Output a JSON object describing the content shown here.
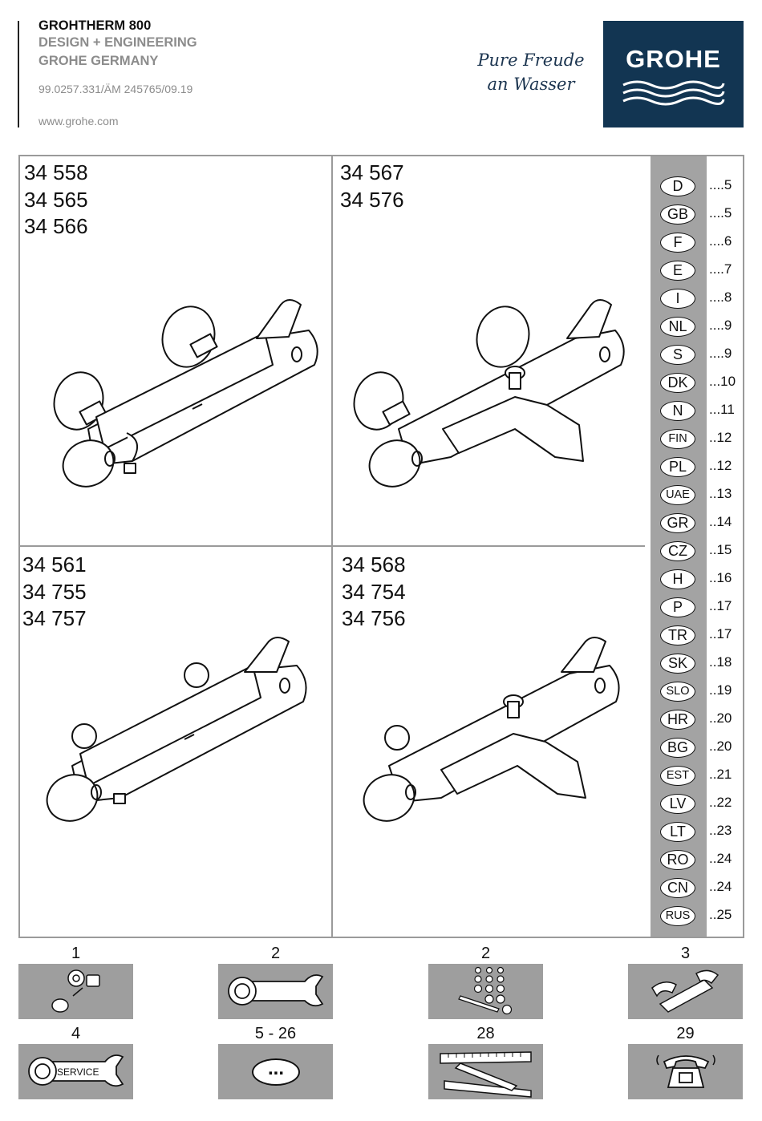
{
  "header": {
    "product": "GROHTHERM 800",
    "line2": "DESIGN + ENGINEERING",
    "line3": "GROHE GERMANY",
    "doc_code": "99.0257.331/ÄM 245765/09.19",
    "website": "www.grohe.com",
    "slogan_line1": "Pure Freude",
    "slogan_line2": "an Wasser",
    "logo_text": "GROHE",
    "logo_color": "#123552"
  },
  "models": {
    "top_left": [
      "34 558",
      "34 565",
      "34 566"
    ],
    "top_right": [
      "34 567",
      "34 576"
    ],
    "bottom_left": [
      "34 561",
      "34 755",
      "34 757"
    ],
    "bottom_right": [
      "34 568",
      "34 754",
      "34 756"
    ]
  },
  "languages": [
    {
      "code": "D",
      "page": "....5"
    },
    {
      "code": "GB",
      "page": "....5"
    },
    {
      "code": "F",
      "page": "....6"
    },
    {
      "code": "E",
      "page": "....7"
    },
    {
      "code": "I",
      "page": "....8"
    },
    {
      "code": "NL",
      "page": "....9"
    },
    {
      "code": "S",
      "page": "....9"
    },
    {
      "code": "DK",
      "page": "...10"
    },
    {
      "code": "N",
      "page": "...11"
    },
    {
      "code": "FIN",
      "page": "..12"
    },
    {
      "code": "PL",
      "page": "..12"
    },
    {
      "code": "UAE",
      "page": "..13"
    },
    {
      "code": "GR",
      "page": "..14"
    },
    {
      "code": "CZ",
      "page": "..15"
    },
    {
      "code": "H",
      "page": "..16"
    },
    {
      "code": "P",
      "page": "..17"
    },
    {
      "code": "TR",
      "page": "..17"
    },
    {
      "code": "SK",
      "page": "..18"
    },
    {
      "code": "SLO",
      "page": "..19"
    },
    {
      "code": "HR",
      "page": "..20"
    },
    {
      "code": "BG",
      "page": "..20"
    },
    {
      "code": "EST",
      "page": "..21"
    },
    {
      "code": "LV",
      "page": "..22"
    },
    {
      "code": "LT",
      "page": "..23"
    },
    {
      "code": "RO",
      "page": "..24"
    },
    {
      "code": "CN",
      "page": "..24"
    },
    {
      "code": "RUS",
      "page": "..25"
    }
  ],
  "tools": {
    "row1": [
      {
        "num": "1",
        "icon": "installation-parts-icon"
      },
      {
        "num": "2",
        "icon": "wrench-icon"
      },
      {
        "num": "2",
        "icon": "drill-holes-icon"
      },
      {
        "num": "3",
        "icon": "hand-tighten-icon"
      }
    ],
    "row2": [
      {
        "num": "4",
        "icon": "service-wrench-icon",
        "label": "SERVICE"
      },
      {
        "num": "5 - 26",
        "icon": "ellipsis-icon",
        "label": "..."
      },
      {
        "num": "28",
        "icon": "folding-rule-icon"
      },
      {
        "num": "29",
        "icon": "phone-icon"
      }
    ]
  }
}
